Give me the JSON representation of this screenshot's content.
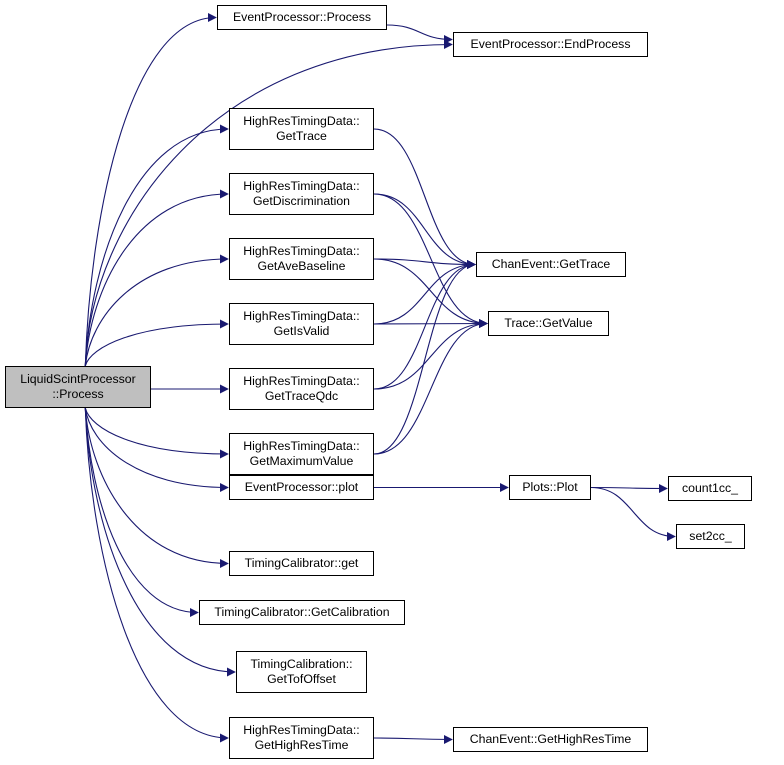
{
  "nodes": [
    {
      "id": "lsp",
      "lines": [
        "LiquidScintProcessor",
        "::Process"
      ],
      "root": true
    },
    {
      "id": "ep_process",
      "lines": [
        "EventProcessor::Process"
      ]
    },
    {
      "id": "ep_end",
      "lines": [
        "EventProcessor::EndProcess"
      ]
    },
    {
      "id": "hr_trace",
      "lines": [
        "HighResTimingData::",
        "GetTrace"
      ]
    },
    {
      "id": "hr_disc",
      "lines": [
        "HighResTimingData::",
        "GetDiscrimination"
      ]
    },
    {
      "id": "hr_ave",
      "lines": [
        "HighResTimingData::",
        "GetAveBaseline"
      ]
    },
    {
      "id": "hr_valid",
      "lines": [
        "HighResTimingData::",
        "GetIsValid"
      ]
    },
    {
      "id": "hr_qdc",
      "lines": [
        "HighResTimingData::",
        "GetTraceQdc"
      ]
    },
    {
      "id": "hr_max",
      "lines": [
        "HighResTimingData::",
        "GetMaximumValue"
      ]
    },
    {
      "id": "ce_trace",
      "lines": [
        "ChanEvent::GetTrace"
      ]
    },
    {
      "id": "tr_value",
      "lines": [
        "Trace::GetValue"
      ]
    },
    {
      "id": "ep_plot",
      "lines": [
        "EventProcessor::plot"
      ]
    },
    {
      "id": "plots_plot",
      "lines": [
        "Plots::Plot"
      ]
    },
    {
      "id": "count1cc",
      "lines": [
        "count1cc_"
      ]
    },
    {
      "id": "set2cc",
      "lines": [
        "set2cc_"
      ]
    },
    {
      "id": "tc_get",
      "lines": [
        "TimingCalibrator::get"
      ]
    },
    {
      "id": "tc_getcal",
      "lines": [
        "TimingCalibrator::GetCalibration"
      ]
    },
    {
      "id": "tcal_tof",
      "lines": [
        "TimingCalibration::",
        "GetTofOffset"
      ]
    },
    {
      "id": "hr_hrt",
      "lines": [
        "HighResTimingData::",
        "GetHighResTime"
      ]
    },
    {
      "id": "ce_hrt",
      "lines": [
        "ChanEvent::GetHighResTime"
      ]
    }
  ],
  "edges": [
    [
      "lsp",
      "ep_process"
    ],
    [
      "lsp",
      "ep_end"
    ],
    [
      "lsp",
      "hr_trace"
    ],
    [
      "lsp",
      "hr_disc"
    ],
    [
      "lsp",
      "hr_ave"
    ],
    [
      "lsp",
      "hr_valid"
    ],
    [
      "lsp",
      "hr_qdc"
    ],
    [
      "lsp",
      "hr_max"
    ],
    [
      "lsp",
      "ep_plot"
    ],
    [
      "lsp",
      "tc_get"
    ],
    [
      "lsp",
      "tc_getcal"
    ],
    [
      "lsp",
      "tcal_tof"
    ],
    [
      "lsp",
      "hr_hrt"
    ],
    [
      "ep_process",
      "ep_end"
    ],
    [
      "hr_trace",
      "ce_trace"
    ],
    [
      "hr_disc",
      "ce_trace"
    ],
    [
      "hr_disc",
      "tr_value"
    ],
    [
      "hr_ave",
      "ce_trace"
    ],
    [
      "hr_ave",
      "tr_value"
    ],
    [
      "hr_valid",
      "ce_trace"
    ],
    [
      "hr_valid",
      "tr_value"
    ],
    [
      "hr_qdc",
      "ce_trace"
    ],
    [
      "hr_qdc",
      "tr_value"
    ],
    [
      "hr_max",
      "ce_trace"
    ],
    [
      "hr_max",
      "tr_value"
    ],
    [
      "ep_plot",
      "plots_plot"
    ],
    [
      "plots_plot",
      "count1cc"
    ],
    [
      "plots_plot",
      "set2cc"
    ],
    [
      "hr_hrt",
      "ce_hrt"
    ]
  ],
  "colors": {
    "edge": "#191970",
    "root_fill": "#bfbfbf",
    "node_fill": "#ffffff",
    "border": "#000000"
  }
}
